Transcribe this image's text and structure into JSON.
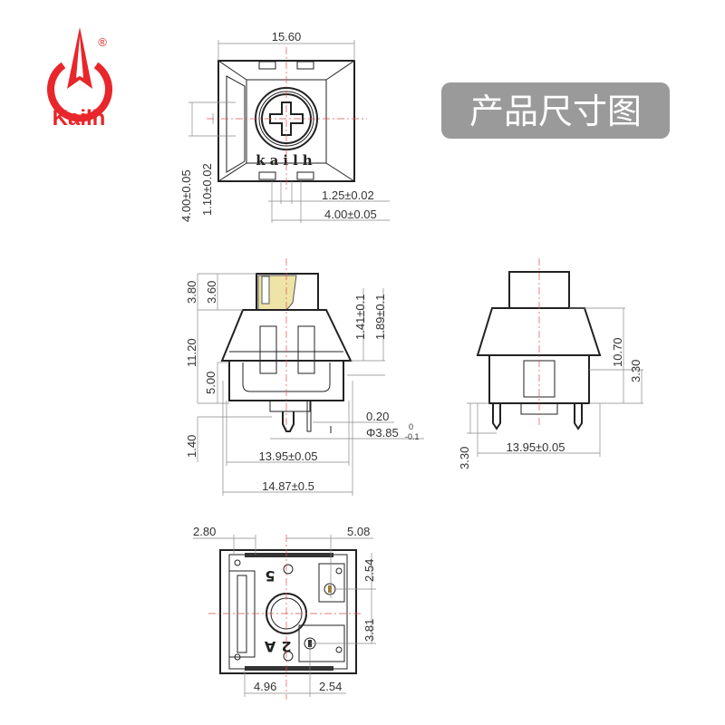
{
  "logo": {
    "brand": "Kailh",
    "registered": "®",
    "color": "#e8262b"
  },
  "title": {
    "text": "产品尺寸图",
    "background": "#9a9a9a",
    "color": "#ffffff"
  },
  "top_view": {
    "width": "15.60",
    "left_outer": "4.00±0.05",
    "left_inner": "1.10±0.02",
    "stem_slot": "1.25±0.02",
    "stem_width": "4.00±0.05",
    "stem_logo": "kailh"
  },
  "side_view": {
    "stem_total": "3.80",
    "stem_travel": "3.60",
    "height": "11.20",
    "lower_height": "5.00",
    "pin_length": "1.40",
    "top_offset": "1.41±0.1",
    "top_offset2": "1.89±0.1",
    "pin_gap": "0.20",
    "pin_dia": "Φ3.85",
    "pin_dia_tol_upper": "0",
    "pin_dia_tol_lower": "-0.1",
    "base_width": "13.95±0.05",
    "overall_width": "14.87±0.5"
  },
  "front_view": {
    "height": "10.70",
    "clip_height": "3.30",
    "base_width": "13.95±0.05",
    "pin_length": "3.30"
  },
  "bottom_view": {
    "left_offset": "2.80",
    "right_offset": "5.08",
    "pin_v_offset": "2.54",
    "pin_v_offset2": "3.81",
    "pin_h_offset": "4.96",
    "pin_h_offset2": "2.54",
    "marking_top": "5",
    "marking_bottom_a": "A",
    "marking_bottom_b": "2"
  }
}
